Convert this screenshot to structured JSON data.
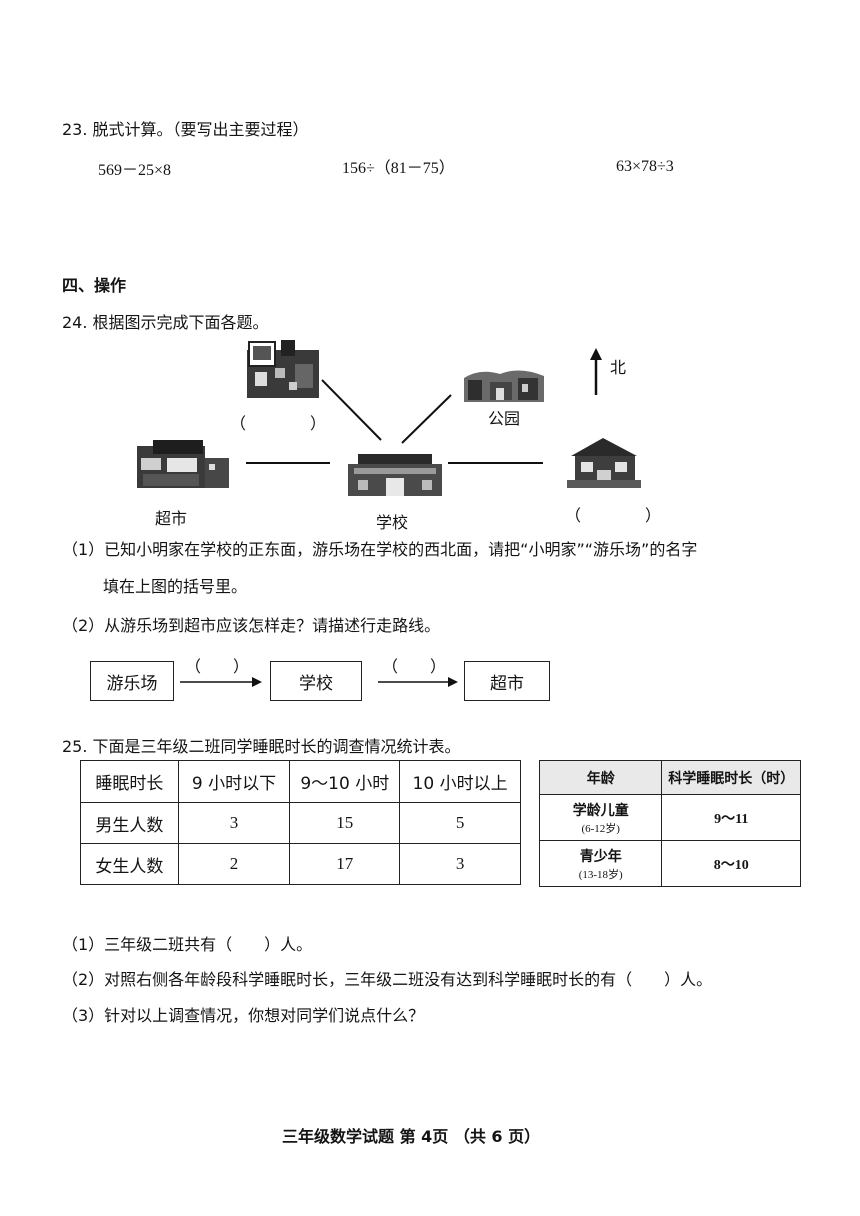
{
  "q23": {
    "title": "23. 脱式计算。（要写出主要过程）",
    "exprs": [
      "569－25×8",
      "156÷（81－75）",
      "63×78÷3"
    ]
  },
  "section4": {
    "title": "四、操作"
  },
  "q24": {
    "title": "24. 根据图示完成下面各题。",
    "map": {
      "north_label": "北",
      "park_label": "公园",
      "school_label": "学校",
      "supermarket_label": "超市",
      "blank_nw": "（　　　　）",
      "blank_e": "（　　　　）"
    },
    "sub1_line1": "（1）已知小明家在学校的正东面，游乐场在学校的西北面，请把“小明家”“游乐场”的名字",
    "sub1_line2": "填在上图的括号里。",
    "sub2": "（2）从游乐场到超市应该怎样走？请描述行走路线。",
    "flow": {
      "boxes": [
        "游乐场",
        "学校",
        "超市"
      ],
      "blanks": [
        "（　　）",
        "（　　）"
      ]
    }
  },
  "q25": {
    "title": "25. 下面是三年级二班同学睡眠时长的调查情况统计表。",
    "table": {
      "header": [
        "睡眠时长",
        "9 小时以下",
        "9～10 小时",
        "10 小时以上"
      ],
      "rows": [
        {
          "label": "男生人数",
          "values": [
            "3",
            "15",
            "5"
          ]
        },
        {
          "label": "女生人数",
          "values": [
            "2",
            "17",
            "3"
          ]
        }
      ]
    },
    "sci_table": {
      "header": [
        "年龄",
        "科学睡眠时长（时）"
      ],
      "rows": [
        {
          "group": "学龄儿童",
          "range": "(6-12岁)",
          "hours": "9～11"
        },
        {
          "group": "青少年",
          "range": "(13-18岁)",
          "hours": "8～10"
        }
      ]
    },
    "sub1": "（1）三年级二班共有（　　）人。",
    "sub2": "（2）对照右侧各年龄段科学睡眠时长，三年级二班没有达到科学睡眠时长的有（　　）人。",
    "sub3": "（3）针对以上调查情况，你想对同学们说点什么？"
  },
  "footer": {
    "text": "三年级数学试题  第 4页  （共 6 页）"
  }
}
